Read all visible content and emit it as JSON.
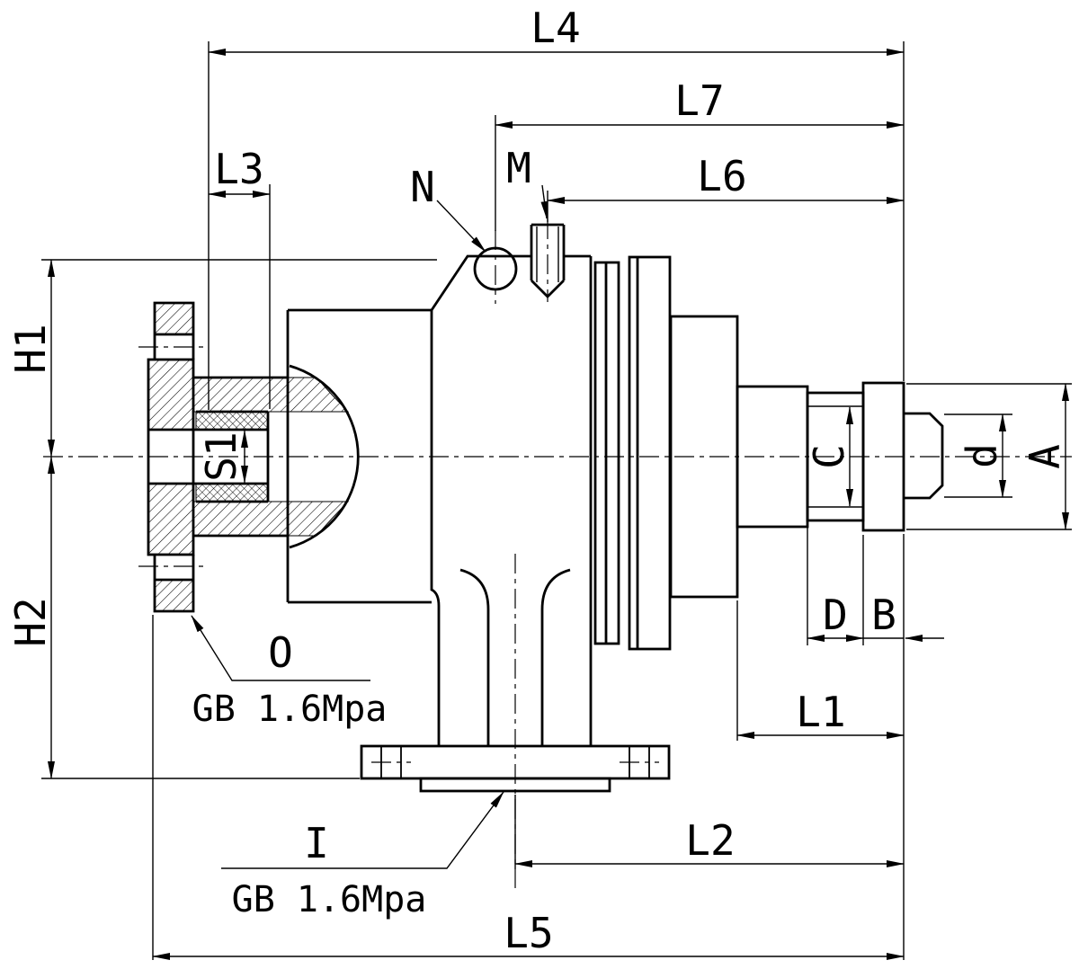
{
  "drawing": {
    "dimension_labels": {
      "l1": "L1",
      "l2": "L2",
      "l3": "L3",
      "l4": "L4",
      "l5": "L5",
      "l6": "L6",
      "l7": "L7",
      "h1": "H1",
      "h2": "H2",
      "s1": "S1",
      "a": "A",
      "b": "B",
      "c": "C",
      "d_upper": "D",
      "d_lower": "d"
    },
    "feature_labels": {
      "m": "M",
      "n": "N",
      "o": "O",
      "i": "I"
    },
    "notes": {
      "o_spec": "GB 1.6Mpa",
      "i_spec": "GB 1.6Mpa"
    }
  }
}
